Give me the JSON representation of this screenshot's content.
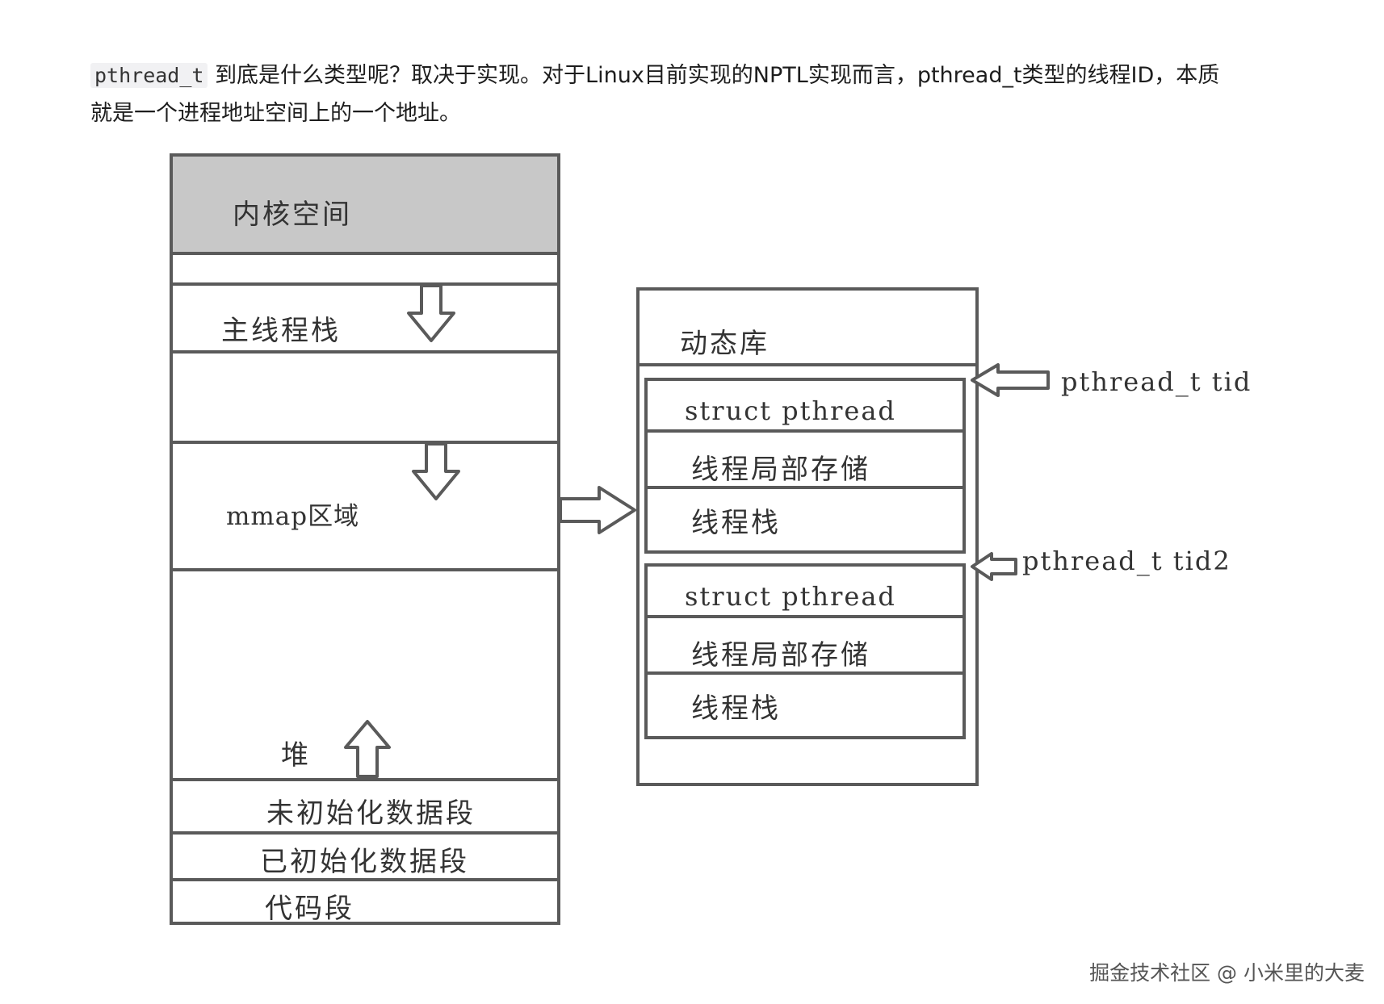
{
  "intro": {
    "code": "pthread_t",
    "text_line1": "到底是什么类型呢？取决于实现。对于Linux目前实现的NPTL实现而言，pthread_t类型的线程ID，本质",
    "text_line2": "就是一个进程地址空间上的一个地址。"
  },
  "memory_layout": {
    "kernel_space": "内核空间",
    "main_thread_stack": "主线程栈",
    "mmap_region": "mmap区域",
    "heap": "堆",
    "bss": "未初始化数据段",
    "data": "已初始化数据段",
    "text": "代码段"
  },
  "dynamic_lib": {
    "title": "动态库",
    "blocks": [
      {
        "struct": "struct pthread",
        "tls": "线程局部存储",
        "stack": "线程栈",
        "pointer": "pthread_t tid"
      },
      {
        "struct": "struct pthread",
        "tls": "线程局部存储",
        "stack": "线程栈",
        "pointer": "pthread_t tid2"
      }
    ]
  },
  "watermark": "掘金技术社区 @ 小米里的大麦",
  "colors": {
    "kernel_fill": "#c8c8c8",
    "line": "#5a5a5a"
  }
}
